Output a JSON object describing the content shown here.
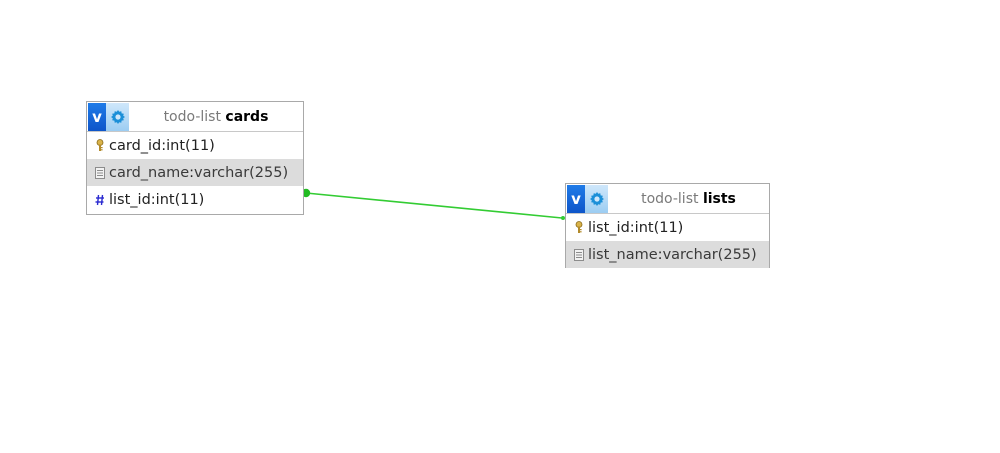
{
  "diagram": {
    "tables": [
      {
        "schema": "todo-list",
        "name": "cards",
        "columns": [
          {
            "name": "card_id",
            "type": "int(11)",
            "icon": "primary-key-icon"
          },
          {
            "name": "card_name",
            "type": "varchar(255)",
            "icon": "column-icon"
          },
          {
            "name": "list_id",
            "type": "int(11)",
            "icon": "index-hash-icon"
          }
        ]
      },
      {
        "schema": "todo-list",
        "name": "lists",
        "columns": [
          {
            "name": "list_id",
            "type": "int(11)",
            "icon": "primary-key-icon"
          },
          {
            "name": "list_name",
            "type": "varchar(255)",
            "icon": "column-icon"
          }
        ]
      }
    ],
    "relations": [
      {
        "from": "cards.list_id",
        "to": "lists.list_id",
        "color": "#33cc33"
      }
    ],
    "colors": {
      "relation": "#33cc33",
      "header_v": "#1466d8",
      "row_alt": "#dcdcdc",
      "border": "#a9a9a9"
    },
    "sep": " : "
  }
}
